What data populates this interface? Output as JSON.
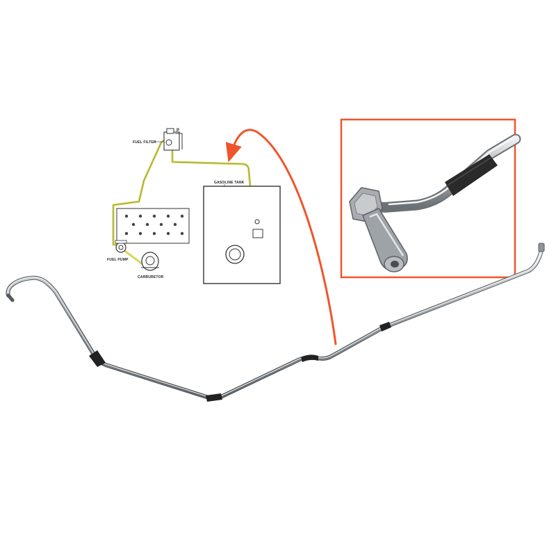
{
  "diagram": {
    "labels": {
      "fuel_filter": "FUEL FILTER",
      "gasoline_tank": "GASOLINE TANK",
      "fuel_pump": "FUEL PUMP",
      "carburetor": "CARBURETOR"
    },
    "colors": {
      "fuel_line_highlight": "#d8d85a",
      "callout_arrow": "#f0542a",
      "inset_border": "#f0542a",
      "line_ink": "#333333"
    },
    "icons": {
      "filter": "fuel-filter-icon",
      "tank_cap": "tank-filler-cap-icon",
      "pump": "fuel-pump-icon",
      "carb": "carburetor-icon",
      "engine": "engine-block-icon"
    }
  },
  "photo": {
    "subject": "fuel-line-tube",
    "inset": "fitting-closeup"
  }
}
